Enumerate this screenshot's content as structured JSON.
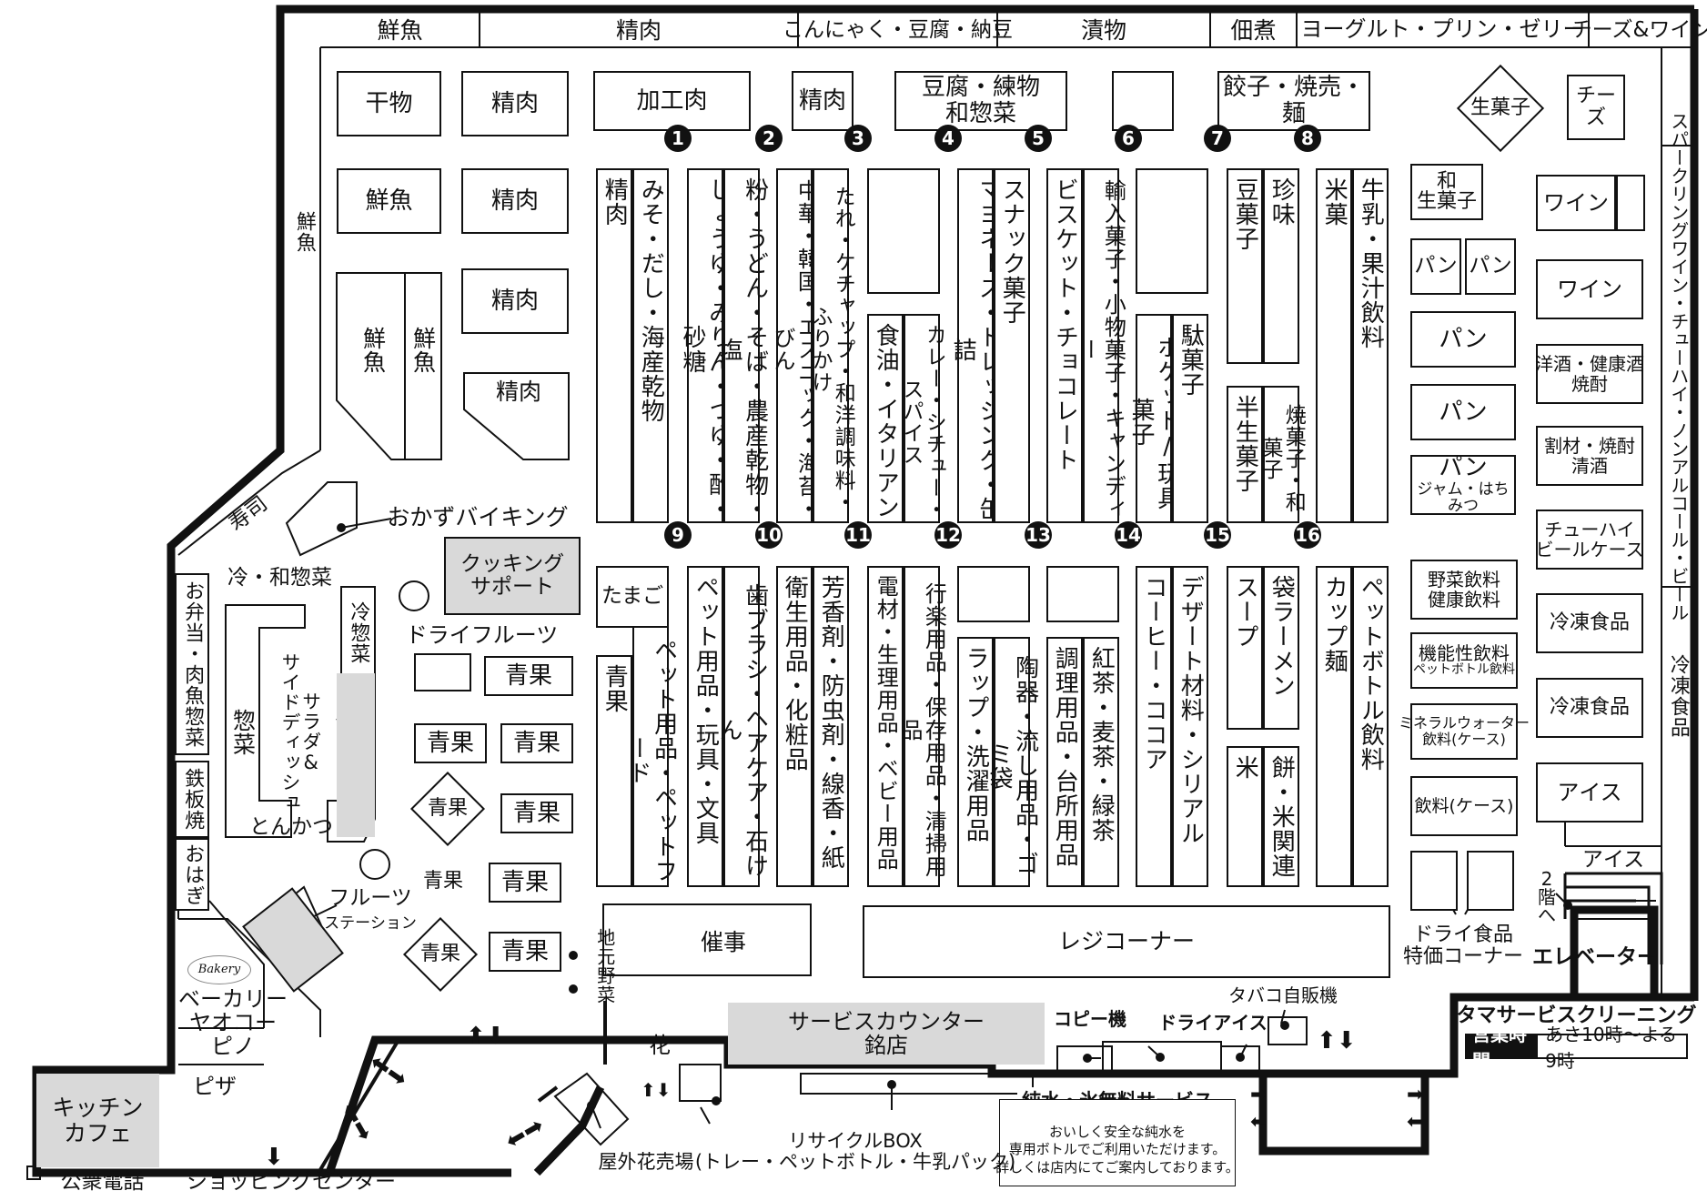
{
  "header_row": [
    "鮮魚",
    "精肉",
    "こんにゃく・豆腐・納豆",
    "漬物",
    "佃煮",
    "ヨーグルト・プリン・ゼリー",
    "チーズ&ワイン"
  ],
  "top_fixtures": {
    "himono": "干物",
    "seiniku_a": "精肉",
    "kakouniku": "加工肉",
    "seiniku_b": "精肉",
    "tofu_neri": "豆腐・練物\n和惣菜",
    "gyoza": "餃子・焼売・麺",
    "namagashi": "生菓子",
    "cheese": "チーズ"
  },
  "left_area": {
    "sengyo_box": "鮮魚",
    "seiniku_1": "精肉",
    "seiniku_2": "精肉",
    "seiniku_3": "精肉",
    "sengyo_v1": "鮮魚",
    "sengyo_v2": "鮮魚",
    "sengyo_wall": "鮮魚",
    "sushi": "寿司",
    "okazu_viking": "おかずバイキング",
    "cooking_support": "クッキング\nサポート",
    "rei_wasouzai": "冷・和惣菜",
    "reisouzai": "冷惣菜",
    "souzai": "惣菜",
    "salad": "サラダ&\nサイドディッシュ",
    "tonkatsu": "とんかつ",
    "obento": "お弁当・肉魚惣菜",
    "teppanyaki": "鉄板焼",
    "ohagi": "おはぎ",
    "dry_fruits": "ドライフルーツ",
    "fruit_station": "フルーツ",
    "fruit_station2": "ステーション",
    "bakery": "ベーカリー\nヤオコー\nピノ",
    "bakery_logo": "Bakery",
    "pizza": "ピザ",
    "kitchen_cafe": "キッチン\nカフェ",
    "public_phone": "公衆電話",
    "shopping_center": "ショッピングセンター"
  },
  "produce": [
    "青果",
    "青果",
    "青果",
    "青果",
    "青果",
    "青果",
    "青果",
    "青果"
  ],
  "aisles": {
    "numbers": [
      "1",
      "2",
      "3",
      "4",
      "5",
      "6",
      "7",
      "8",
      "9",
      "10",
      "11",
      "12",
      "13",
      "14",
      "15",
      "16"
    ],
    "upper": [
      [
        "精肉",
        "みそ・だし・海産乾物"
      ],
      [
        "しょうゆ・みりん・つゆ・酢・砂糖",
        "粉・うどん・そば・農産乾物・塩"
      ],
      [
        "中華・韓国・エスニック・海苔・びん",
        "たれ・ケチャップ・和洋調味料・ふりかけ"
      ],
      [
        "食油・イタリアン",
        "カレー・シチュー・スパイス"
      ],
      [
        "マヨネーズ・ドレッシング・缶詰",
        "スナック菓子"
      ],
      [
        "ビスケット・チョコレート",
        "輸入菓子・小物菓子・キャンディー"
      ],
      [
        "ポケット/玩具菓子",
        "駄菓子"
      ],
      [
        "豆菓子",
        "珍味"
      ],
      [
        "半生菓子",
        "焼菓子・和菓子"
      ],
      [
        "米菓",
        "牛乳・果汁飲料"
      ]
    ],
    "lower": [
      [
        "たまご",
        "青果",
        "ペット用品・ペットフード"
      ],
      [
        "ペット用品・玩具・文具",
        "歯ブラシ・ヘアケア・石けん"
      ],
      [
        "衛生用品・化粧品",
        "芳香剤・防虫剤・線香・紙"
      ],
      [
        "電材・生理用品・ベビー用品",
        "行楽用品・保存用品・清掃用品"
      ],
      [
        "ラップ・洗濯用品",
        "陶器・流し用品・ゴミ袋"
      ],
      [
        "調理用品・台所用品",
        "紅茶・麦茶・緑茶"
      ],
      [
        "コーヒー・ココア",
        "デザート材料・シリアル"
      ],
      [
        "スープ",
        "袋ラーメン"
      ],
      [
        "米",
        "餅・米関連"
      ],
      [
        "カップ麺",
        "ペットボトル飲料"
      ]
    ]
  },
  "right_area": {
    "wagashi": "和\n生菓子",
    "pan": [
      "パン",
      "パン",
      "パン",
      "パン"
    ],
    "pan_jam": "パン",
    "pan_jam_sub": "ジャム・はちみつ",
    "wine": [
      "ワイン",
      "ワイン"
    ],
    "yoshu": "洋酒・健康酒\n焼酎",
    "warizai": "割材・焼酎\n清酒",
    "chuhai": "チューハイ\nビールケース",
    "reitou": [
      "冷凍食品",
      "冷凍食品"
    ],
    "ice": "アイス",
    "ice_wall": "アイス",
    "yasai_drink": "野菜飲料\n健康飲料",
    "kinou": "機能性飲料",
    "kinou_sub": "ペットボトル飲料",
    "mineral": "ミネラルウォーター\n飲料(ケース)",
    "inryo_case": "飲料(ケース)",
    "dry_sale": "ドライ食品\n特価コーナー",
    "sparkling": "スパークリングワイン・チューハイ・ノンアルコール・ビール",
    "reitou_wall": "冷凍食品",
    "floor2": "2\n階\nへ",
    "elevator": "エレベーター"
  },
  "bottom": {
    "jimoto": "地元野菜",
    "saiji": "催事",
    "register": "レジコーナー",
    "flower": "花",
    "service_counter": "サービスカウンター\n銘店",
    "copy": "コピー機",
    "dry_ice": "ドライアイス",
    "tobacco": "タバコ自販機",
    "cleaning": "タマサービスクリーニング",
    "hours_tag": "営業時間",
    "hours": "あさ10時～よる9時",
    "water_title": "純水・氷無料サービス",
    "water_desc": "おいしく安全な純水を\n専用ボトルでご利用いただけます。\n詳しくは店内にてご案内しております。",
    "recycle": "リサイクルBOX\n(トレー・ペットボトル・牛乳パック)",
    "outdoor_flower": "屋外花売場"
  }
}
